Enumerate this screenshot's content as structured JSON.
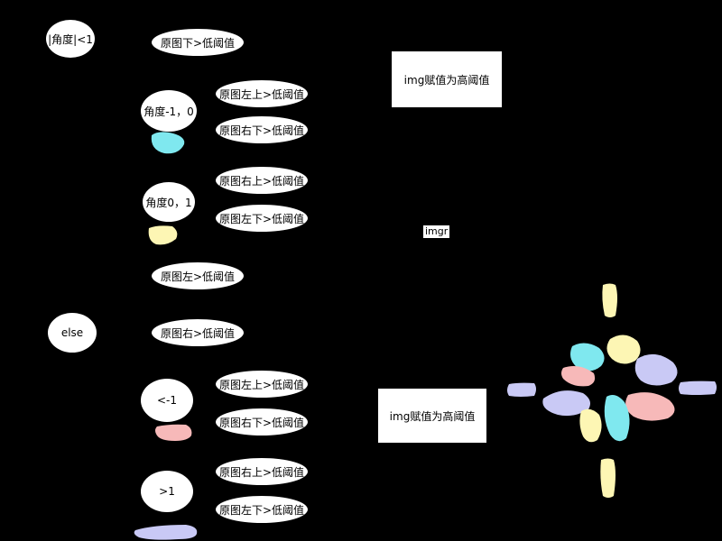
{
  "conditions": {
    "angle_abs_lt_1": "|角度|<1",
    "angle_neg1_0": "角度-1，0",
    "angle_0_1": "角度0，1",
    "else": "else",
    "lt_neg1": "<-1",
    "gt_1": ">1"
  },
  "comparisons": {
    "c1": "原图下>低阈值",
    "c2": "原图左上>低阈值",
    "c3": "原图右下>低阈值",
    "c4": "原图右上>低阈值",
    "c5": "原图左下>低阈值",
    "c6": "原图左>低阈值",
    "c7": "原图右>低阈值",
    "c8": "原图左上>低阈值",
    "c9": "原图右下>低阈值",
    "c10": "原图右上>低阈值",
    "c11": "原图左下>低阈值"
  },
  "actions": {
    "top": "img赋值为高阈值",
    "bottom": "img赋值为高阈值"
  },
  "img_label": "imgr",
  "colors": {
    "cyan": "#7fe8ef",
    "yellow": "#fdf6b4",
    "pink": "#f7b9b9",
    "lavender": "#c9c9f5",
    "background": "#000000"
  }
}
